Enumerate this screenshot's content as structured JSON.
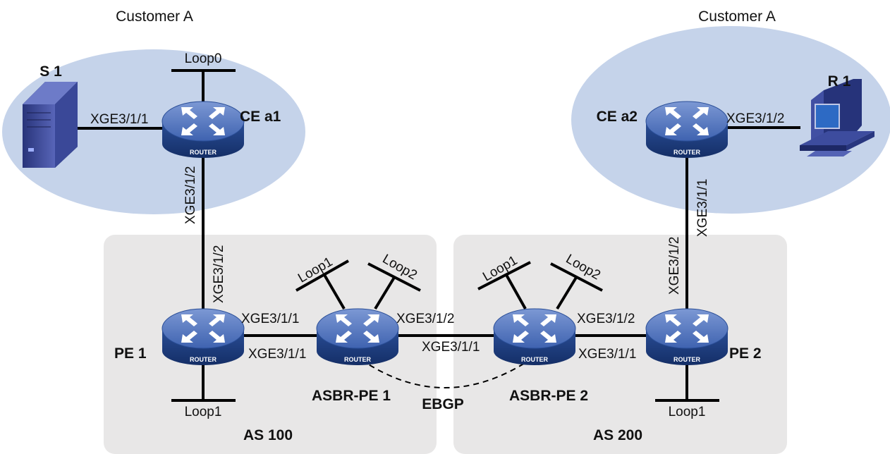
{
  "colors": {
    "site_fill": "#c5d3ea",
    "as_fill": "#e8e7e7",
    "router_top": "#5b7cc3",
    "router_side": "#1e3d7e"
  },
  "sites": [
    {
      "label": "Customer A"
    },
    {
      "label": "Customer A"
    }
  ],
  "autonomous_systems": [
    {
      "label": "AS 100"
    },
    {
      "label": "AS 200"
    }
  ],
  "devices": {
    "s1": {
      "label": "S 1",
      "icon": "server-icon"
    },
    "r1": {
      "label": "R 1",
      "icon": "workstation-icon"
    },
    "ce_a1": {
      "label": "CE a1",
      "icon": "router-icon"
    },
    "ce_a2": {
      "label": "CE a2",
      "icon": "router-icon"
    },
    "pe1": {
      "label": "PE 1",
      "icon": "router-icon"
    },
    "pe2": {
      "label": "PE 2",
      "icon": "router-icon"
    },
    "asbr1": {
      "label": "ASBR-PE 1",
      "icon": "router-icon"
    },
    "asbr2": {
      "label": "ASBR-PE 2",
      "icon": "router-icon"
    }
  },
  "router_caption": "ROUTER",
  "loopbacks": {
    "ce_a1_loop0": "Loop0",
    "asbr1_loop1": "Loop1",
    "asbr1_loop2": "Loop2",
    "asbr2_loop1": "Loop1",
    "asbr2_loop2": "Loop2",
    "pe1_loop1": "Loop1",
    "pe2_loop1": "Loop1"
  },
  "interfaces": {
    "ce_a1_to_s1": "XGE3/1/1",
    "ce_a1_to_pe1": "XGE3/1/2",
    "pe1_to_ce_a1": "XGE3/1/2",
    "pe1_to_asbr1": "XGE3/1/1",
    "asbr1_to_pe1": "XGE3/1/1",
    "asbr1_to_asbr2": "XGE3/1/2",
    "asbr2_to_asbr1": "XGE3/1/1",
    "asbr2_to_pe2": "XGE3/1/2",
    "pe2_to_asbr2": "XGE3/1/1",
    "pe2_to_ce_a2": "XGE3/1/2",
    "ce_a2_to_pe2": "XGE3/1/1",
    "ce_a2_to_r1": "XGE3/1/2"
  },
  "sessions": {
    "ebgp": "EBGP"
  }
}
